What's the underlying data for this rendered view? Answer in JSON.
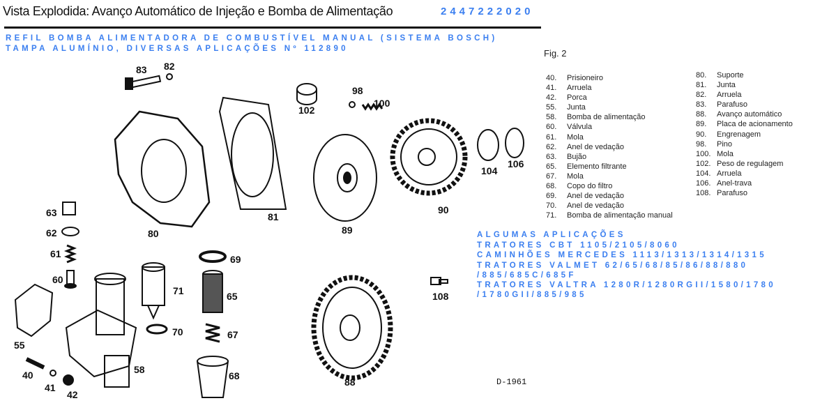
{
  "header": {
    "title": "Vista Explodida: Avanço Automático de Injeção e Bomba de Alimentação",
    "code": "2447222020"
  },
  "subtitle": [
    "REFIL BOMBA ALIMENTADORA DE COMBUSTÍVEL MANUAL (SISTEMA BOSCH)",
    "TAMPA ALUMÍNIO, DIVERSAS APLICAÇÕES Nº 112890"
  ],
  "figure_label": "Fig. 2",
  "legend_left": [
    {
      "n": "40.",
      "t": "Prisioneiro"
    },
    {
      "n": "41.",
      "t": "Arruela"
    },
    {
      "n": "42.",
      "t": "Porca"
    },
    {
      "n": "55.",
      "t": "Junta"
    },
    {
      "n": "58.",
      "t": "Bomba de alimentação"
    },
    {
      "n": "60.",
      "t": "Válvula"
    },
    {
      "n": "61.",
      "t": "Mola"
    },
    {
      "n": "62.",
      "t": "Anel de vedação"
    },
    {
      "n": "63.",
      "t": "Bujão"
    },
    {
      "n": "65.",
      "t": "Elemento filtrante"
    },
    {
      "n": "67.",
      "t": "Mola"
    },
    {
      "n": "68.",
      "t": "Copo do filtro"
    },
    {
      "n": "69.",
      "t": "Anel de vedação"
    },
    {
      "n": "70.",
      "t": "Anel de vedação"
    },
    {
      "n": "71.",
      "t": "Bomba de alimentação manual"
    }
  ],
  "legend_right": [
    {
      "n": "80.",
      "t": "Suporte"
    },
    {
      "n": "81.",
      "t": "Junta"
    },
    {
      "n": "82.",
      "t": "Arruela"
    },
    {
      "n": "83.",
      "t": "Parafuso"
    },
    {
      "n": "88.",
      "t": "Avanço automático"
    },
    {
      "n": "89.",
      "t": "Placa de acionamento"
    },
    {
      "n": "90.",
      "t": "Engrenagem"
    },
    {
      "n": "98.",
      "t": "Pino"
    },
    {
      "n": "100.",
      "t": "Mola"
    },
    {
      "n": "102.",
      "t": "Peso de regulagem"
    },
    {
      "n": "104.",
      "t": "Arruela"
    },
    {
      "n": "106.",
      "t": "Anel-trava"
    },
    {
      "n": "108.",
      "t": "Parafuso"
    }
  ],
  "applications": [
    "ALGUMAS APLICAÇÕES",
    "TRATORES CBT 1105/2105/8060",
    "CAMINHÕES MERCEDES 1113/1313/1314/1315",
    "TRATORES VALMET  62/65/68/85/86/88/880",
    "/885/685C/685F",
    "TRATORES VALTRA 1280R/1280RGII/1580/1780",
    "/1780GII/885/985"
  ],
  "callouts": [
    "83",
    "82",
    "102",
    "98",
    "100",
    "81",
    "80",
    "89",
    "90",
    "104",
    "106",
    "63",
    "62",
    "61",
    "60",
    "55",
    "69",
    "71",
    "65",
    "70",
    "67",
    "58",
    "40",
    "41",
    "42",
    "68",
    "88",
    "108"
  ],
  "drawing_code": "D-1961"
}
